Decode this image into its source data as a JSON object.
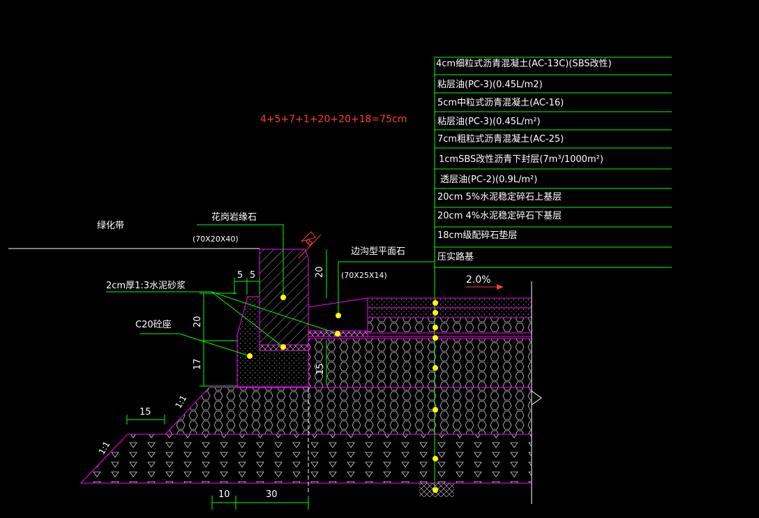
{
  "formula": "4+5+7+1+20+20+18=75cm",
  "layers": [
    "4cm细粒式沥青混凝土(AC-13C)(SBS改性)",
    "粘层油(PC-3)(0.45L/m2)",
    "5cm中粒式沥青混凝土(AC-16)",
    "粘层油(PC-3)(0.45L/m²)",
    "7cm粗粒式沥青混凝土(AC-25)",
    "1cmSBS改性沥青下封层(7m³/1000m²)",
    "透层油(PC-2)(0.9L/m²)",
    "20cm 5%水泥稳定碎石上基层",
    "20cm 4%水泥稳定碎石下基层",
    "18cm级配碎石垫层",
    "压实路基"
  ],
  "labels": {
    "green_belt": "绿化带",
    "curb_stone": "花岗岩缘石",
    "curb_size": "(70X20X40)",
    "gutter_stone": "边沟型平面石",
    "gutter_size": "(70X25X14)",
    "mortar": "2cm厚1:3水泥砂浆",
    "concrete_base": "C20砼座",
    "slope_pct": "2.0%",
    "mark_b": "B"
  },
  "dims": {
    "d5a": "5",
    "d5b": "5",
    "d20_curb": "20",
    "d20_left": "20",
    "d17": "17",
    "d15_gutter": "15",
    "d15_bottom": "15",
    "d10": "10",
    "d30": "30",
    "slope_a": "1:1",
    "slope_b": "1:1"
  },
  "colors": {
    "pavement": "#ff00ff",
    "leader": "#00ff00",
    "dimension": "#00ff00",
    "node": "#ffff00",
    "formula": "#ff3b3b"
  }
}
